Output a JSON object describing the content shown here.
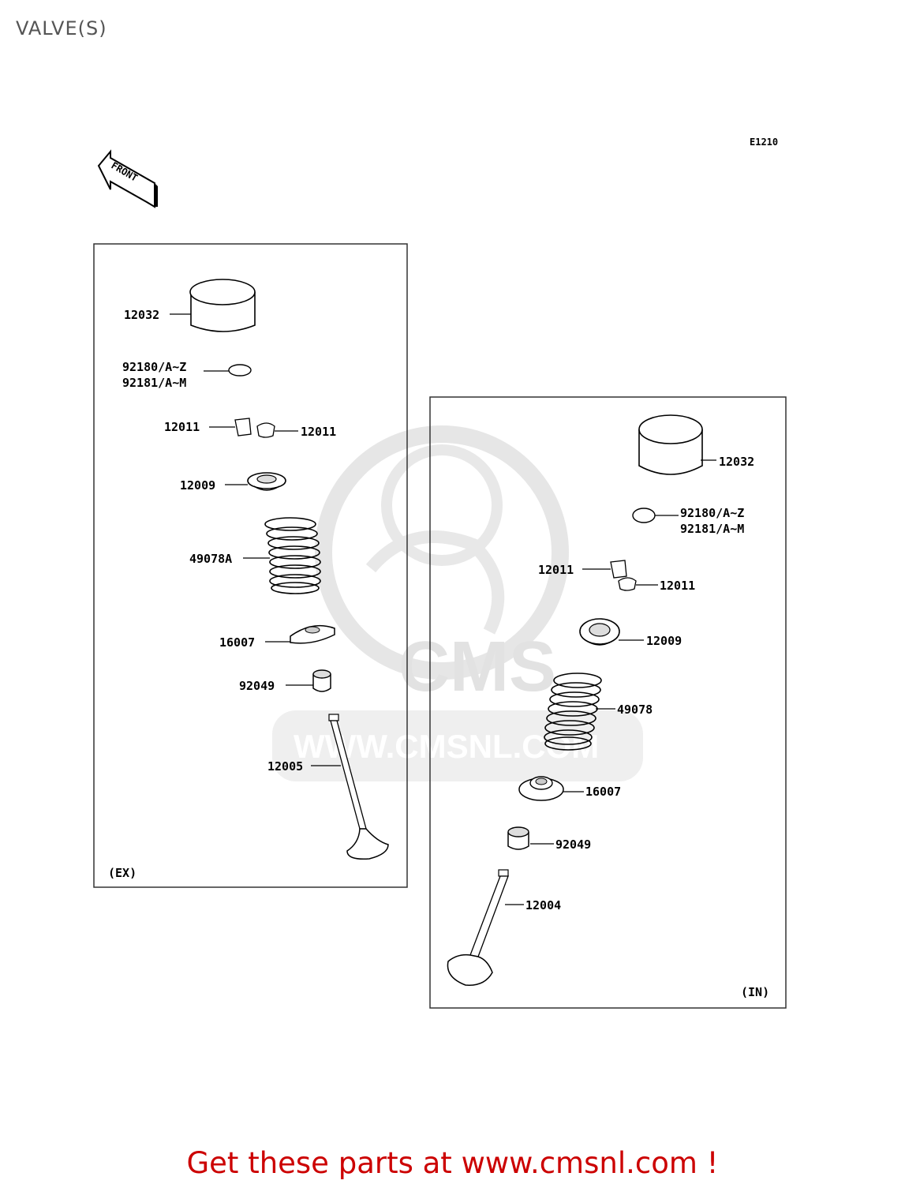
{
  "title": "VALVE(S)",
  "diagram_code": "E1210",
  "front_arrow": "FRONT",
  "watermark": {
    "brand": "CMS",
    "url": "WWW.CMSNL.COM"
  },
  "exhaust_panel": {
    "tag": "(EX)",
    "parts": {
      "lifter": "12032",
      "shim_a": "92180/A~Z",
      "shim_b": "92181/A~M",
      "keeper_left": "12011",
      "keeper_right": "12011",
      "retainer": "12009",
      "spring": "49078A",
      "spring_seat": "16007",
      "stem_seal": "92049",
      "valve": "12005"
    }
  },
  "intake_panel": {
    "tag": "(IN)",
    "parts": {
      "lifter": "12032",
      "shim_a": "92180/A~Z",
      "shim_b": "92181/A~M",
      "keeper_left": "12011",
      "keeper_right": "12011",
      "retainer": "12009",
      "spring": "49078",
      "spring_seat": "16007",
      "stem_seal": "92049",
      "valve": "12004"
    }
  },
  "footer": {
    "text": "Get these parts at www.cmsnl.com !"
  },
  "colors": {
    "title": "#555555",
    "footer": "#cc0000",
    "watermark": "#e2e2e2",
    "line": "#000000"
  }
}
